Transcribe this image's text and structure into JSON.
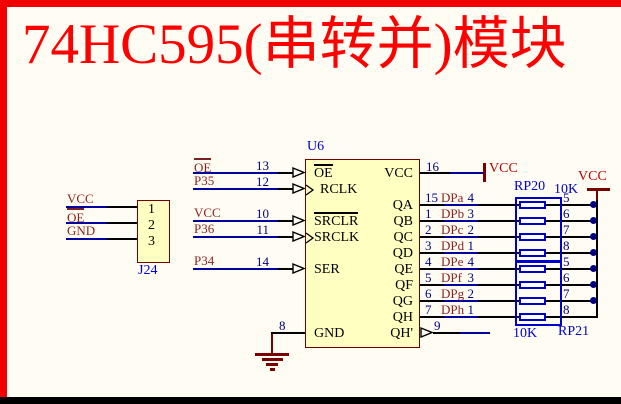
{
  "title": "74HC595(串转并)模块",
  "colors": {
    "title_red": "#FF0000",
    "wire_blue": "#0000A0",
    "net_label_maroon": "#8B2222",
    "designator_blue": "#0000CC",
    "pin_number_navy": "#000080",
    "power_maroon": "#7A0000",
    "chip_fill_yellow": "#FFFFC2",
    "background_cream": "#FFFDF3",
    "border_red": "#F00000"
  },
  "connector": {
    "designator": "J24",
    "rows": [
      {
        "net": "VCC",
        "pin": "1"
      },
      {
        "net": "OE",
        "pin": "2"
      },
      {
        "net": "GND",
        "pin": "3"
      }
    ]
  },
  "chip": {
    "designator": "U6",
    "left_rows": [
      {
        "pin": "13",
        "net": "OE",
        "name": "OE"
      },
      {
        "pin": "12",
        "net": "P35",
        "name": "RCLK"
      },
      {
        "pin": "10",
        "net": "VCC",
        "name": "SRCLR"
      },
      {
        "pin": "11",
        "net": "P36",
        "name": "SRCLK"
      },
      {
        "pin": "14",
        "net": "P34",
        "name": "SER"
      }
    ],
    "gnd_pin": {
      "pin": "8",
      "name": "GND"
    },
    "vcc_pin": {
      "pin": "16",
      "name": "VCC",
      "power": "VCC"
    },
    "out_rows": [
      {
        "pin": "15",
        "name": "QA",
        "net": "DPa",
        "rp_in": "4",
        "rp_out": "5"
      },
      {
        "pin": "1",
        "name": "QB",
        "net": "DPb",
        "rp_in": "3",
        "rp_out": "6"
      },
      {
        "pin": "2",
        "name": "QC",
        "net": "DPc",
        "rp_in": "2",
        "rp_out": "7"
      },
      {
        "pin": "3",
        "name": "QD",
        "net": "DPd",
        "rp_in": "1",
        "rp_out": "8"
      },
      {
        "pin": "4",
        "name": "QE",
        "net": "DPe",
        "rp_in": "4",
        "rp_out": "5"
      },
      {
        "pin": "5",
        "name": "QF",
        "net": "DPf",
        "rp_in": "3",
        "rp_out": "6"
      },
      {
        "pin": "6",
        "name": "QG",
        "net": "DPg",
        "rp_in": "2",
        "rp_out": "7"
      },
      {
        "pin": "7",
        "name": "QH",
        "net": "DPh",
        "rp_in": "1",
        "rp_out": "8"
      }
    ],
    "serial_out_pin": {
      "pin": "9",
      "name": "QH'"
    }
  },
  "resistor_networks": [
    {
      "designator": "RP20",
      "value": "10K"
    },
    {
      "designator": "RP21",
      "value": "10K"
    }
  ],
  "power_rail": {
    "label": "VCC"
  }
}
